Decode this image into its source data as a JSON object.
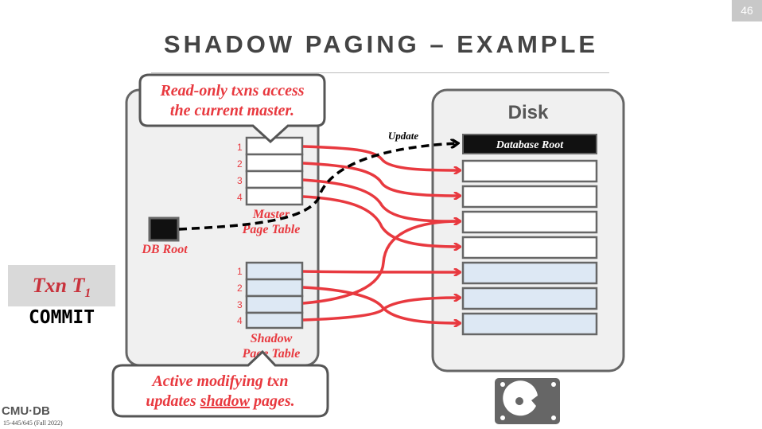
{
  "slide": {
    "page_number": "46",
    "title": "SHADOW PAGING – EXAMPLE",
    "logo": "CMU·DB",
    "course": "15-445/645 (Fall 2022)"
  },
  "memory": {
    "master_label_1": "Master",
    "master_label_2": "Page Table",
    "shadow_label_1": "Shadow",
    "shadow_label_2": "Page Table",
    "db_root": "DB Root",
    "row_numbers": [
      "1",
      "2",
      "3",
      "4"
    ]
  },
  "disk": {
    "label": "Disk",
    "database_root": "Database Root",
    "update_label": "Update"
  },
  "callouts": {
    "top_1": "Read-only txns access",
    "top_2": "the current master.",
    "bottom_1": "Active modifying txn",
    "bottom_2_pre": "updates ",
    "bottom_2_u": "shadow",
    "bottom_2_post": " pages."
  },
  "txn": {
    "name": "Txn T",
    "subscript": "1",
    "status": "COMMIT"
  },
  "colors": {
    "red": "#e8393f",
    "shadow_fill": "#dde8f4",
    "box_fill": "#f0f0f0",
    "outline": "#666666"
  }
}
